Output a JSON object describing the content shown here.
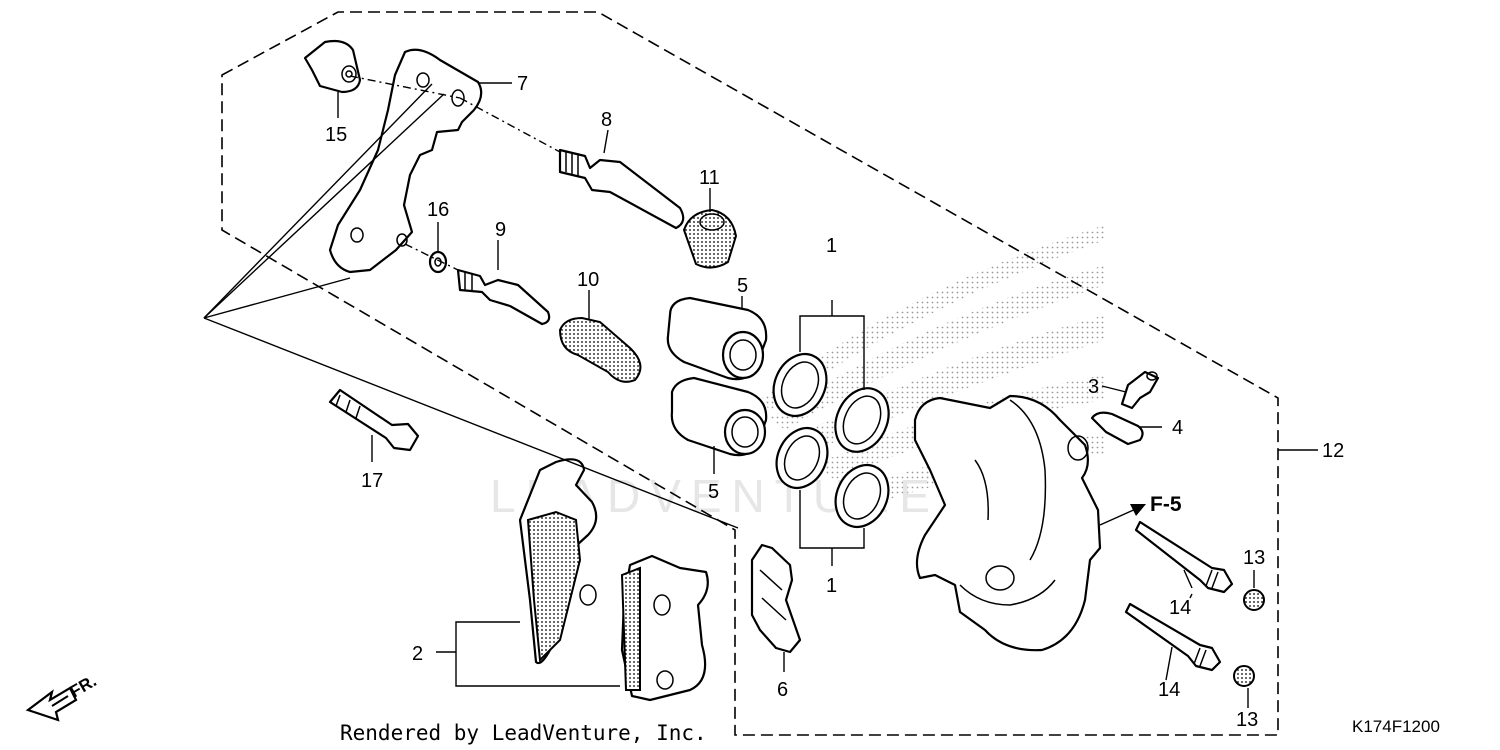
{
  "callouts": {
    "c1a": "1",
    "c1b": "1",
    "c2": "2",
    "c3": "3",
    "c4": "4",
    "c5a": "5",
    "c5b": "5",
    "c6": "6",
    "c7": "7",
    "c8": "8",
    "c9": "9",
    "c10": "10",
    "c11": "11",
    "c12": "12",
    "c13a": "13",
    "c13b": "13",
    "c14a": "14",
    "c14b": "14",
    "c15": "15",
    "c16": "16",
    "c17": "17"
  },
  "reference_mark": "F-5",
  "direction_label": "FR.",
  "credit": "Rendered by LeadVenture, Inc.",
  "diagram_code": "K174F1200",
  "watermark": "LEADVENTURE",
  "colors": {
    "line": "#000000",
    "background": "#ffffff",
    "watermark": "#e6e6e6"
  }
}
